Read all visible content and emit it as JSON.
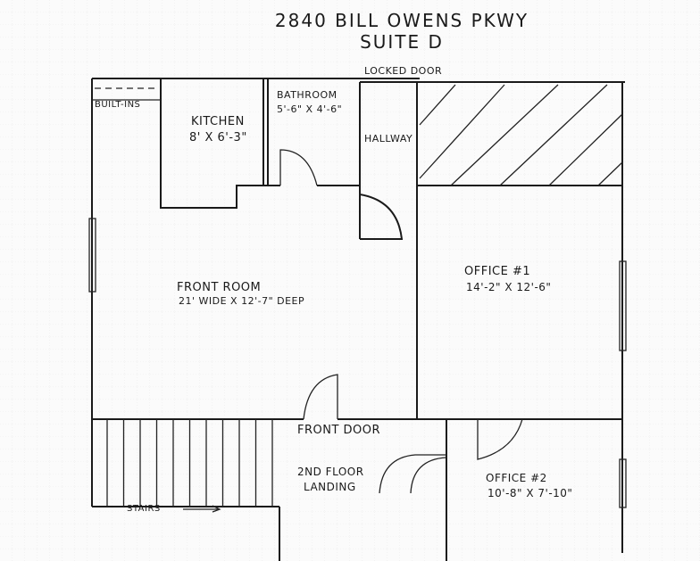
{
  "title": {
    "line1": "2840 Bill Owens Pkwy",
    "line2": "Suite D"
  },
  "labels": {
    "locked_door": "Locked Door",
    "built_ins": "Built-ins",
    "kitchen": {
      "name": "Kitchen",
      "size": "8' x 6'-3\""
    },
    "bathroom": {
      "name": "Bathroom",
      "size": "5'-6\" x 4'-6\""
    },
    "hallway": "Hallway",
    "front_room": {
      "name": "Front Room",
      "size": "21' Wide x 12'-7\" Deep"
    },
    "office1": {
      "name": "Office #1",
      "size": "14'-2\" x 12'-6\""
    },
    "front_door": "Front Door",
    "landing": {
      "line1": "2nd Floor",
      "line2": "Landing"
    },
    "office2": {
      "name": "Office #2",
      "size": "10'-8\" x 7'-10\""
    },
    "stairs": "Stairs"
  }
}
